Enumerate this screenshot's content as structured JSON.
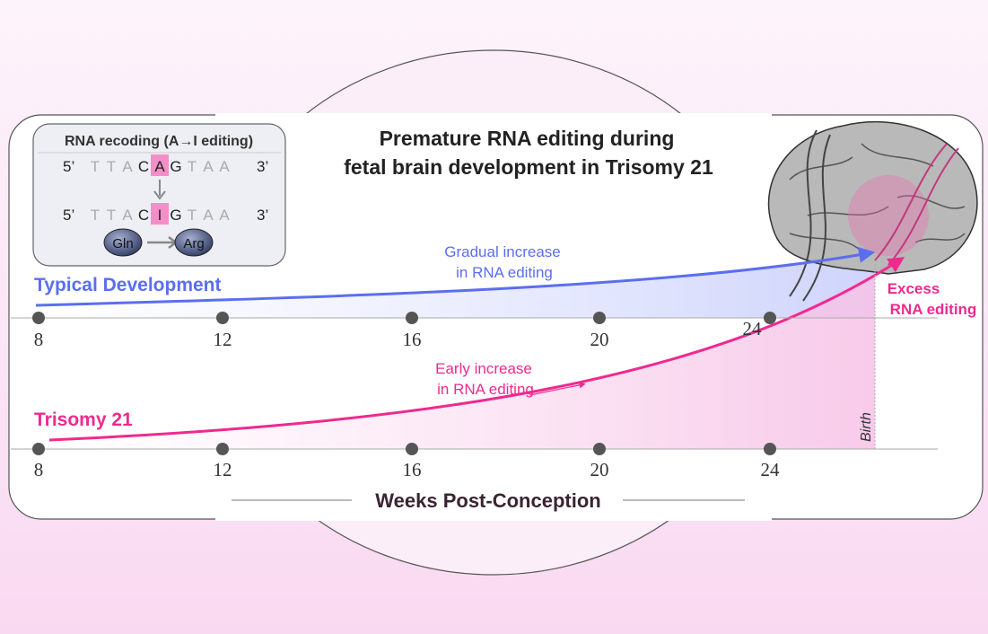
{
  "title": {
    "line1": "Premature RNA editing during",
    "line2": "fetal brain development in Trisomy 21"
  },
  "inset": {
    "title": "RNA recoding (A→I editing)",
    "five": "5’",
    "three": "3’",
    "seq1": [
      "T",
      "T",
      "A",
      "C",
      "A",
      "G",
      "T",
      "A",
      "A"
    ],
    "seq2": [
      "T",
      "T",
      "A",
      "C",
      "I",
      "G",
      "T",
      "A",
      "A"
    ],
    "aa_from": "Gln",
    "aa_to": "Arg"
  },
  "typical": {
    "label": "Typical Development",
    "note1": "Gradual increase",
    "note2": "in RNA editing",
    "color": "#5b6ef0"
  },
  "trisomy": {
    "label": "Trisomy 21",
    "note1": "Early increase",
    "note2": "in RNA editing",
    "excess1": "Excess",
    "excess2": "RNA editing",
    "color": "#ee2a8f"
  },
  "axis": {
    "ticks": [
      "8",
      "12",
      "16",
      "20",
      "24"
    ],
    "birth": "Birth",
    "label": "Weeks Post-Conception"
  }
}
